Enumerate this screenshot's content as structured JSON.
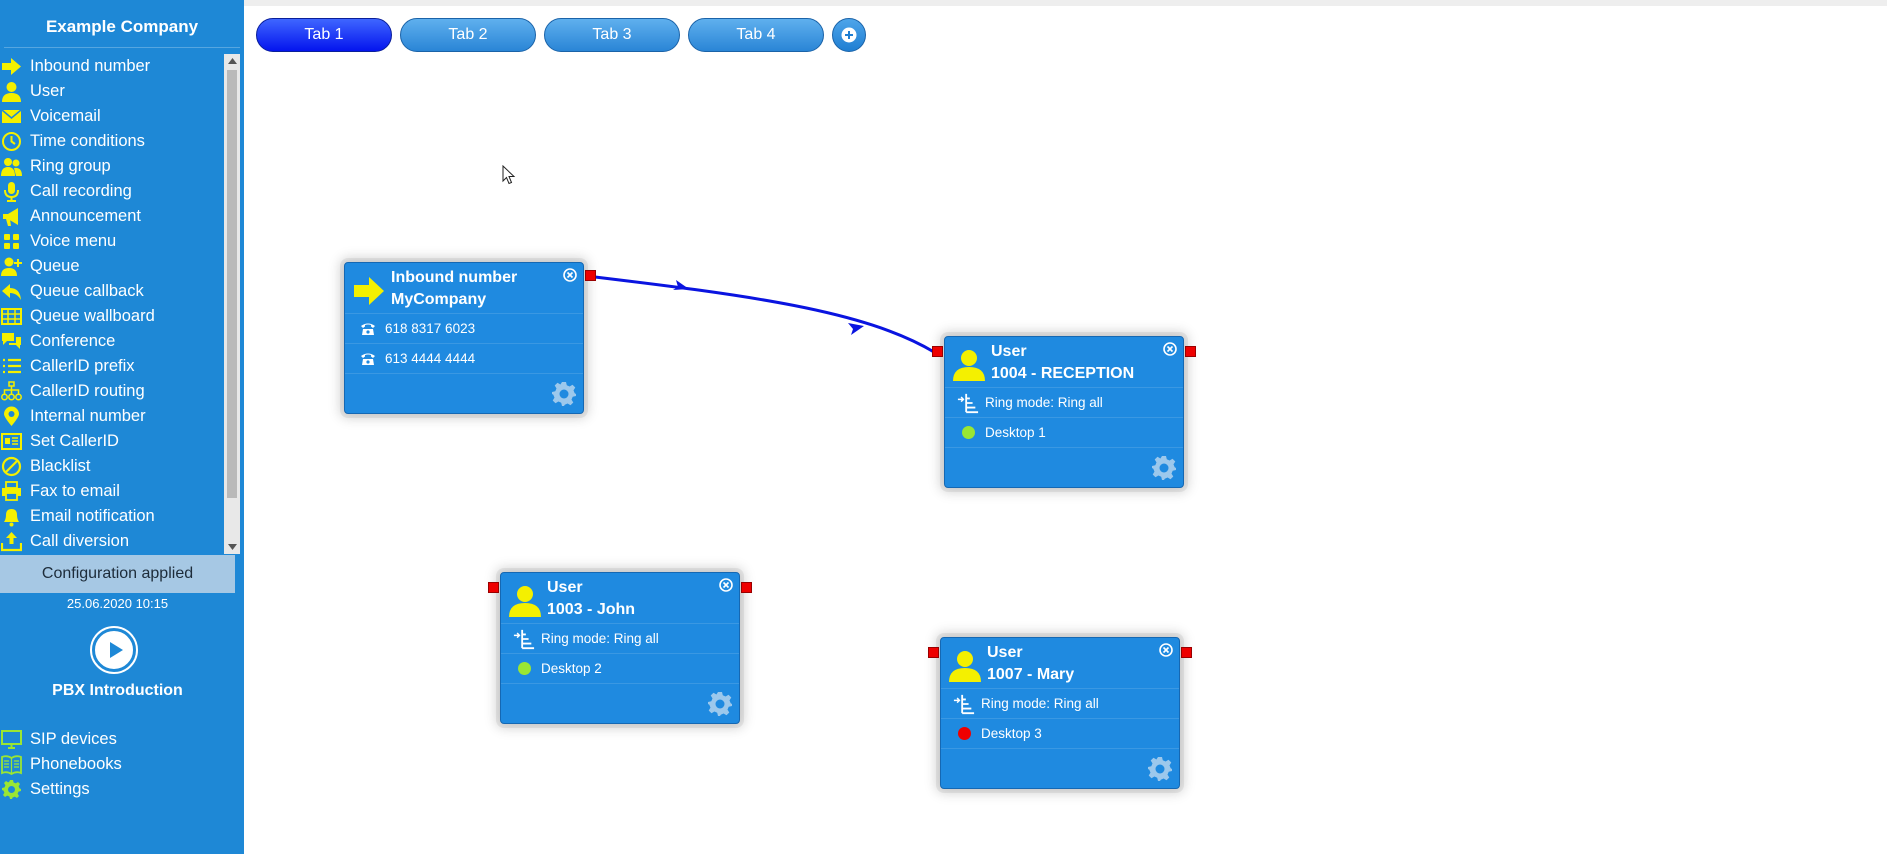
{
  "sidebar": {
    "company": "Example Company",
    "palette": [
      {
        "label": "Inbound number",
        "icon": "arrow-right-icon"
      },
      {
        "label": "User",
        "icon": "user-icon"
      },
      {
        "label": "Voicemail",
        "icon": "envelope-icon"
      },
      {
        "label": "Time conditions",
        "icon": "clock-icon"
      },
      {
        "label": "Ring group",
        "icon": "users-icon"
      },
      {
        "label": "Call recording",
        "icon": "microphone-icon"
      },
      {
        "label": "Announcement",
        "icon": "megaphone-icon"
      },
      {
        "label": "Voice menu",
        "icon": "grid-icon"
      },
      {
        "label": "Queue",
        "icon": "user-plus-icon"
      },
      {
        "label": "Queue callback",
        "icon": "reply-icon"
      },
      {
        "label": "Queue wallboard",
        "icon": "table-icon"
      },
      {
        "label": "Conference",
        "icon": "chat-icon"
      },
      {
        "label": "CallerID prefix",
        "icon": "list-icon"
      },
      {
        "label": "CallerID routing",
        "icon": "sitemap-icon"
      },
      {
        "label": "Internal number",
        "icon": "pin-icon"
      },
      {
        "label": "Set CallerID",
        "icon": "id-card-icon"
      },
      {
        "label": "Blacklist",
        "icon": "ban-icon"
      },
      {
        "label": "Fax to email",
        "icon": "printer-icon"
      },
      {
        "label": "Email notification",
        "icon": "bell-icon"
      },
      {
        "label": "Call diversion",
        "icon": "upload-icon"
      }
    ],
    "status": "Configuration applied",
    "status_time": "25.06.2020 10:15",
    "intro": "PBX Introduction",
    "bottom_menu": [
      {
        "label": "SIP devices",
        "icon": "monitor-icon"
      },
      {
        "label": "Phonebooks",
        "icon": "book-icon"
      },
      {
        "label": "Settings",
        "icon": "gear-icon"
      }
    ]
  },
  "tabs": [
    "Tab 1",
    "Tab 2",
    "Tab 3",
    "Tab 4"
  ],
  "active_tab": 0,
  "nodes": {
    "inbound": {
      "title": "Inbound number",
      "subtitle": "MyCompany",
      "numbers": [
        "618 8317 6023",
        "613 4444 4444"
      ]
    },
    "reception": {
      "title": "User",
      "subtitle": "1004 - RECEPTION",
      "ring_mode": "Ring mode: Ring all",
      "device": "Desktop 1",
      "device_status": "online"
    },
    "john": {
      "title": "User",
      "subtitle": "1003 - John",
      "ring_mode": "Ring mode: Ring all",
      "device": "Desktop 2",
      "device_status": "online"
    },
    "mary": {
      "title": "User",
      "subtitle": "1007 - Mary",
      "ring_mode": "Ring mode: Ring all",
      "device": "Desktop 3",
      "device_status": "offline"
    }
  },
  "colors": {
    "sidebar": "#1e88d6",
    "accent_icon": "#f4f000",
    "node": "#1f8ae0",
    "tab_active": "#0414ee",
    "link": "#0a14e0",
    "port": "#ee0000",
    "online": "#9ae633",
    "offline": "#ee0000"
  }
}
